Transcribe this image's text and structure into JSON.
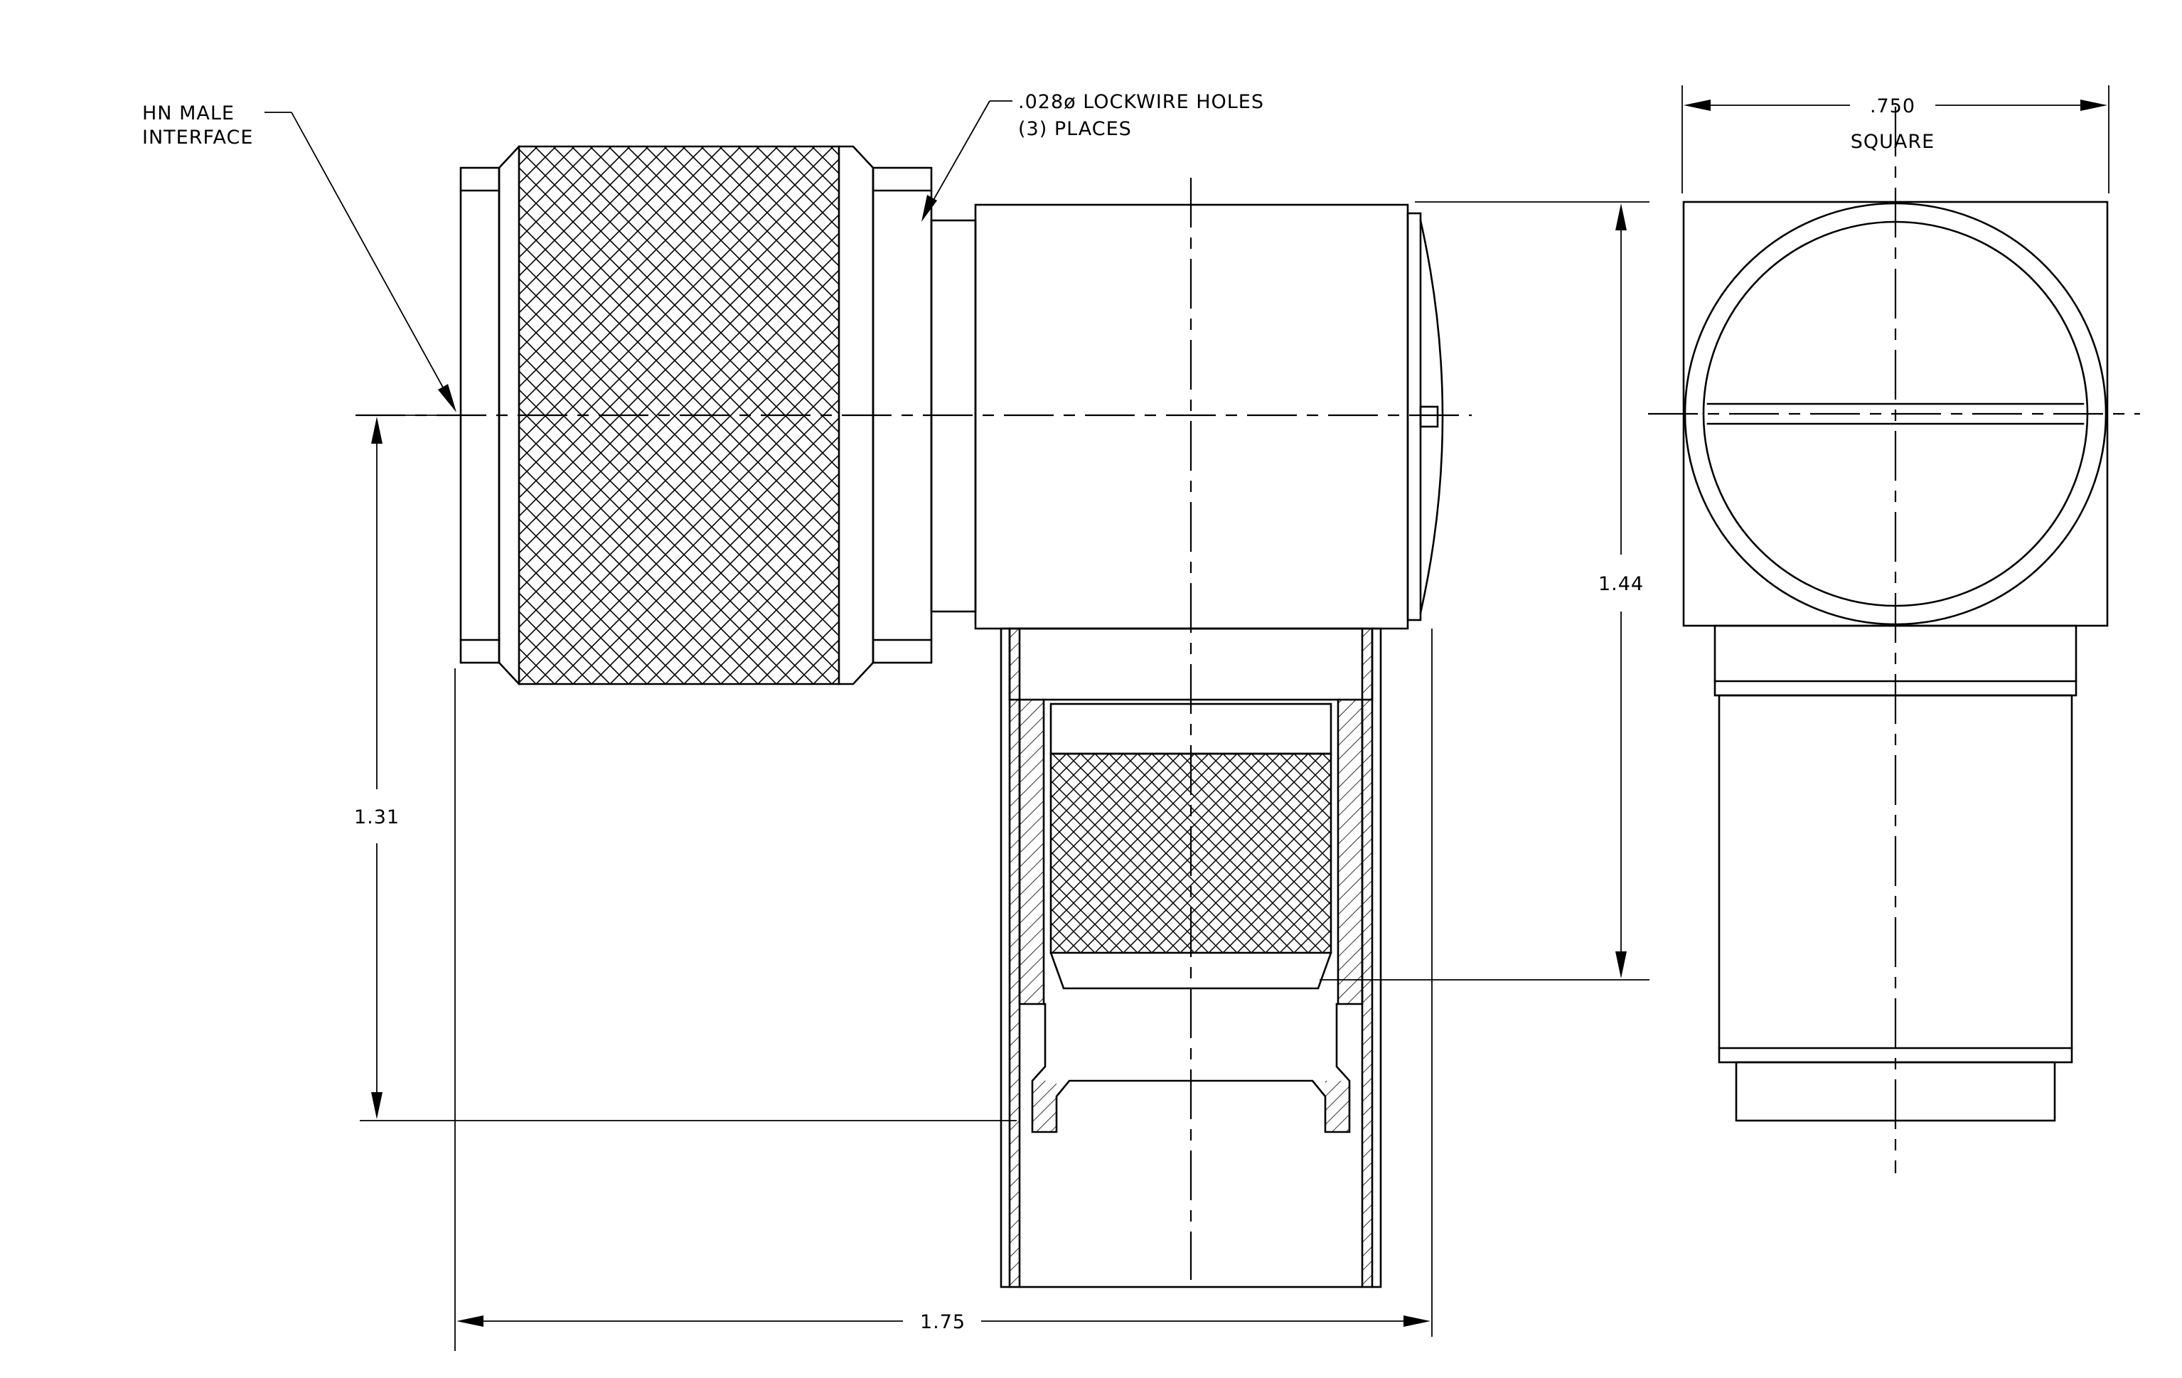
{
  "labels": {
    "interface_line1": "HN MALE",
    "interface_line2": "INTERFACE",
    "lockwire_line1": ".028ø LOCKWIRE HOLES",
    "lockwire_line2": "(3)  PLACES",
    "square_dim": ".750",
    "square_word": "SQUARE",
    "dim_height_right": "1.44",
    "dim_height_left": "1.31",
    "dim_width": "1.75"
  }
}
